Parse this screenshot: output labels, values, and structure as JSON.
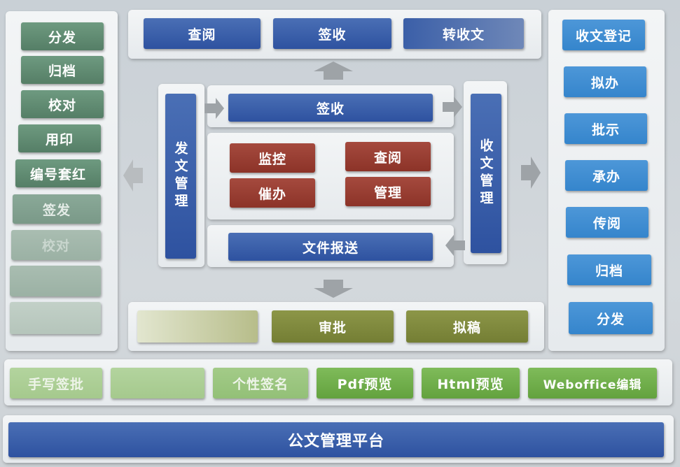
{
  "top_panel": {
    "buttons": [
      "查阅",
      "签收",
      "转收文"
    ]
  },
  "left_column": {
    "items": [
      "分发",
      "归档",
      "校对",
      "用印",
      "编号套红",
      "签发",
      "校对",
      "",
      ""
    ]
  },
  "right_column": {
    "items": [
      "收文登记",
      "拟办",
      "批示",
      "承办",
      "传阅",
      "归档",
      "分发"
    ]
  },
  "center": {
    "send_management": "发文管理",
    "receive_management": "收文管理",
    "sign_receive": "签收",
    "monitor": "监控",
    "review": "查阅",
    "urge": "催办",
    "manage": "管理",
    "file_submit": "文件报送"
  },
  "bottom_panel": {
    "buttons": [
      "",
      "审批",
      "拟稿"
    ]
  },
  "tools_row": {
    "buttons": [
      "手写签批",
      "",
      "个性签名",
      "Pdf预览",
      "Html预览",
      "Weboffice编辑"
    ]
  },
  "platform": {
    "title": "公文管理平台"
  },
  "colors": {
    "blue": "#2e52a0",
    "green": "#557e66",
    "sky": "#3585cc",
    "red": "#8c3328",
    "olive": "#747e34",
    "lime": "#63a23e"
  }
}
